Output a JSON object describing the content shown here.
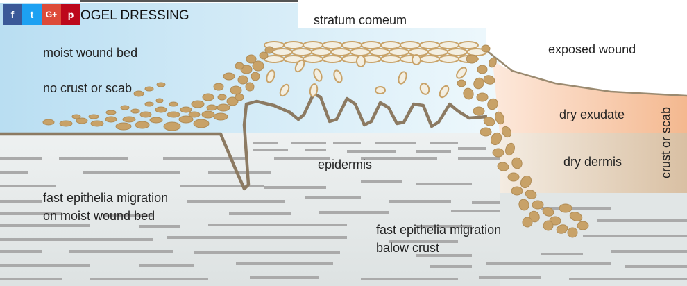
{
  "header": {
    "title": "OGEL DRESSING",
    "share_buttons": [
      {
        "icon": "facebook-icon",
        "glyph": "f",
        "color": "#3b5998"
      },
      {
        "icon": "twitter-icon",
        "glyph": "t",
        "color": "#1da1f2"
      },
      {
        "icon": "google-plus-icon",
        "glyph": "G+",
        "color": "#dd4b39"
      },
      {
        "icon": "pinterest-icon",
        "glyph": "p",
        "color": "#bd081c"
      }
    ]
  },
  "labels": {
    "stratum": "stratum comeum",
    "moist_bed": "moist wound bed",
    "no_crust": "no crust or scab",
    "exposed": "exposed wound",
    "dry_exudate": "dry exudate",
    "crust_scab": "crust or scab",
    "dry_dermis": "dry dermis",
    "epidermis": "epidermis",
    "fast_moist_1": "fast epithelia migration",
    "fast_moist_2": "on moist wound bed",
    "fast_crust_1": "fast epithelia migration",
    "fast_crust_2": "balow crust"
  },
  "colors": {
    "moist_gradient_start": "#bfe2f3",
    "moist_gradient_end": "#e8f5fb",
    "dermis_background": "#e4e8e8",
    "dry_exudate_band": "#f7c9a8",
    "dry_dermis_band": "#e6d3bf",
    "cell_fill": "#c8a268",
    "cell_outline": "#a98550",
    "skin_line": "#8c7a62",
    "dermis_dash": "#a9a9a9"
  }
}
